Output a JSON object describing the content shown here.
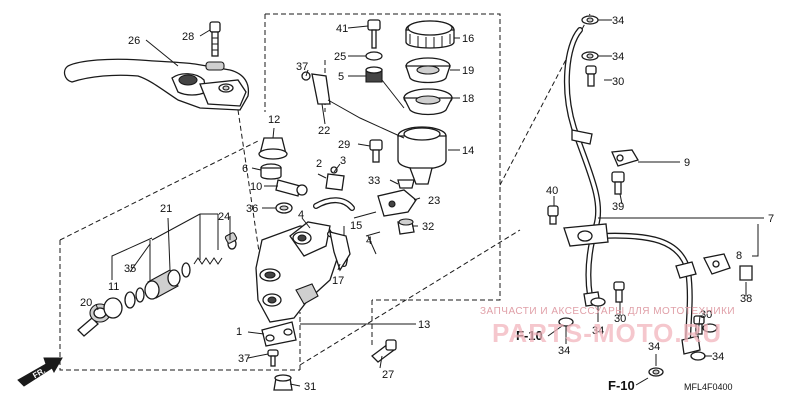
{
  "diagram": {
    "callouts": {
      "c1": "1",
      "c2": "2",
      "c3": "3",
      "c4a": "4",
      "c4b": "4",
      "c5": "5",
      "c6": "6",
      "c7": "7",
      "c8": "8",
      "c9": "9",
      "c10": "10",
      "c11": "11",
      "c12": "12",
      "c13": "13",
      "c14": "14",
      "c15": "15",
      "c16": "16",
      "c17": "17",
      "c18": "18",
      "c19": "19",
      "c20": "20",
      "c21": "21",
      "c22": "22",
      "c23": "23",
      "c24": "24",
      "c25": "25",
      "c26": "26",
      "c27": "27",
      "c28": "28",
      "c29": "29",
      "c30a": "30",
      "c30b": "30",
      "c30c": "30",
      "c31": "31",
      "c32": "32",
      "c33": "33",
      "c34a": "34",
      "c34b": "34",
      "c34c": "34",
      "c34d": "34",
      "c34e": "34",
      "c34f": "34",
      "c35": "35",
      "c36": "36",
      "c37a": "37",
      "c37b": "37",
      "c38": "38",
      "c39": "39",
      "c40": "40",
      "c41": "41"
    },
    "ref_labels": {
      "f10_upper": "F-10",
      "f10_lower": "F-10"
    },
    "front_arrow_label": "FR.",
    "diagram_code": "MFL4F0400",
    "watermark": {
      "tagline": "ЗАПЧАСТИ И АКСЕССУАРЫ ДЛЯ МОТОТЕХНИКИ",
      "brand": "PARTS-MOTO.RU"
    }
  },
  "colors": {
    "line": "#1a1a1a",
    "watermark": "#f2b5bd"
  }
}
